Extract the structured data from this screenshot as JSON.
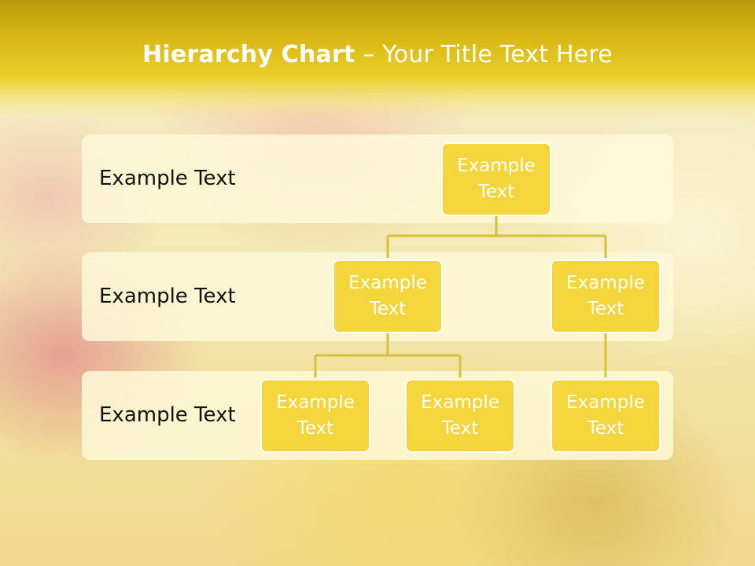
{
  "title": {
    "bold": "Hierarchy Chart",
    "rest": " – Your Title Text Here"
  },
  "bands": [
    {
      "label": "Example Text"
    },
    {
      "label": "Example Text"
    },
    {
      "label": "Example Text"
    }
  ],
  "nodes": {
    "root": "Example Text",
    "l2_left": "Example Text",
    "l2_right": "Example Text",
    "l3_a": "Example Text",
    "l3_b": "Example Text",
    "l3_c": "Example Text"
  },
  "colors": {
    "title_bar": "#d8b614",
    "node_fill": "#f4d63c",
    "node_border": "#ffffff",
    "connector": "#d6c13a",
    "band_fill": "#fdf8d7"
  }
}
